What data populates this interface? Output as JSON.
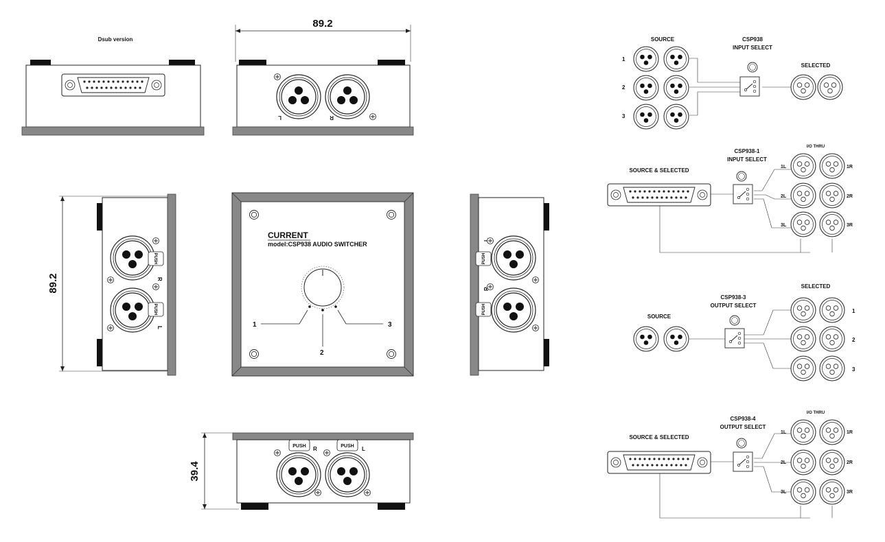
{
  "drawing": {
    "dsub_version": "Dsub version",
    "width_dim": "89.2",
    "height_dim": "89.2",
    "depth_dim": "39.4",
    "brand": "CURRENT",
    "model": "model:CSP938 AUDIO SWITCHER",
    "knob_positions": [
      "1",
      "2",
      "3"
    ],
    "push": "PUSH",
    "ch_left": "L",
    "ch_right": "R"
  },
  "schematics": {
    "csp938": {
      "source": "SOURCE",
      "name": "CSP938",
      "function": "INPUT SELECT",
      "selected": "SELECTED",
      "rows": [
        "1",
        "2",
        "3"
      ]
    },
    "csp938_1": {
      "source": "SOURCE & SELECTED",
      "name": "CSP938-1",
      "function": "INPUT SELECT",
      "io_thru": "I/O THRU",
      "left": [
        "1L",
        "2L",
        "3L"
      ],
      "right": [
        "1R",
        "2R",
        "3R"
      ]
    },
    "csp938_3": {
      "source": "SOURCE",
      "name": "CSP938-3",
      "function": "OUTPUT SELECT",
      "selected": "SELECTED",
      "rows": [
        "1",
        "2",
        "3"
      ]
    },
    "csp938_4": {
      "source": "SOURCE & SELECTED",
      "name": "CSP938-4",
      "function": "OUTPUT SELECT",
      "io_thru": "I/O THRU",
      "left": [
        "1L",
        "2L",
        "3L"
      ],
      "right": [
        "1R",
        "2R",
        "3R"
      ]
    }
  }
}
